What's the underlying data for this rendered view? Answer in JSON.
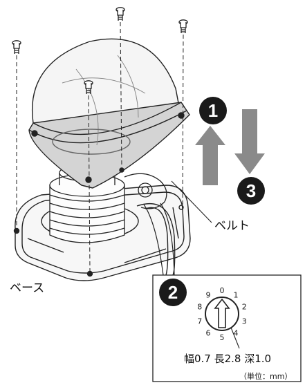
{
  "labels": {
    "belt": "ベルト",
    "base": "ベース",
    "dims": "幅0.7 長2.8 深1.0",
    "unit": "（単位：mm）"
  },
  "steps": {
    "step1": "1",
    "step2": "2",
    "step3": "3"
  },
  "dial": {
    "marks": [
      "0",
      "1",
      "2",
      "3",
      "4",
      "5",
      "6",
      "7",
      "8",
      "9"
    ]
  },
  "colors": {
    "arrow": "#8a8a8a",
    "badge": "#1a1a1a",
    "line": "#222222"
  }
}
